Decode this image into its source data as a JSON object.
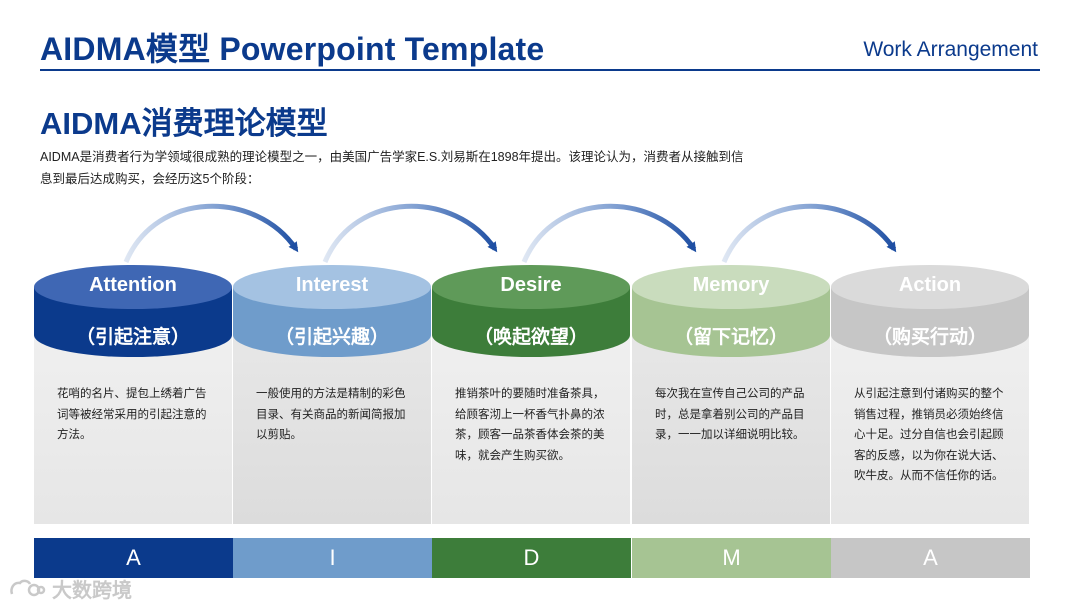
{
  "header": {
    "title": "AIDMA模型 Powerpoint Template",
    "right_label": "Work Arrangement"
  },
  "section": {
    "title": "AIDMA消费理论模型",
    "intro": "AIDMA是消费者行为学领域很成熟的理论模型之一，由美国广告学家E.S.刘易斯在1898年提出。该理论认为，消费者从接触到信息到最后达成购买，会经历这5个阶段："
  },
  "stages": [
    {
      "en": "Attention",
      "zh": "（引起注意）",
      "letter": "A",
      "desc": "花哨的名片、提包上绣着广告词等被经常采用的引起注意的方法。",
      "color": "#0b3a8c",
      "top_color": "#3f67b4"
    },
    {
      "en": "Interest",
      "zh": "（引起兴趣）",
      "letter": "I",
      "desc": "一般使用的方法是精制的彩色目录、有关商品的新闻简报加以剪贴。",
      "color": "#6f9ccb",
      "top_color": "#a4c2e2"
    },
    {
      "en": "Desire",
      "zh": "（唤起欲望）",
      "letter": "D",
      "desc": "推销茶叶的要随时准备茶具，给顾客沏上一杯香气扑鼻的浓茶，顾客一品茶香体会茶的美味，就会产生购买欲。",
      "color": "#3d7d3a",
      "top_color": "#5f9a59"
    },
    {
      "en": "Memory",
      "zh": "（留下记忆）",
      "letter": "M",
      "desc": "每次我在宣传自己公司的产品时，总是拿着别公司的产品目录，一一加以详细说明比较。",
      "color": "#a6c493",
      "top_color": "#c9dcbd"
    },
    {
      "en": "Action",
      "zh": "（购买行动）",
      "letter": "A",
      "desc": "从引起注意到付诸购买的整个销售过程，推销员必须始终信心十足。过分自信也会引起顾客的反感，以为你在说大话、吹牛皮。从而不信任你的话。",
      "color": "#c6c6c6",
      "top_color": "#dadada"
    }
  ],
  "colors": {
    "arrow": "#1f4fa3",
    "header_blue": "#0b3a8c"
  },
  "watermark": {
    "text": "大数跨境",
    "icon": "watermark-logo-icon"
  }
}
